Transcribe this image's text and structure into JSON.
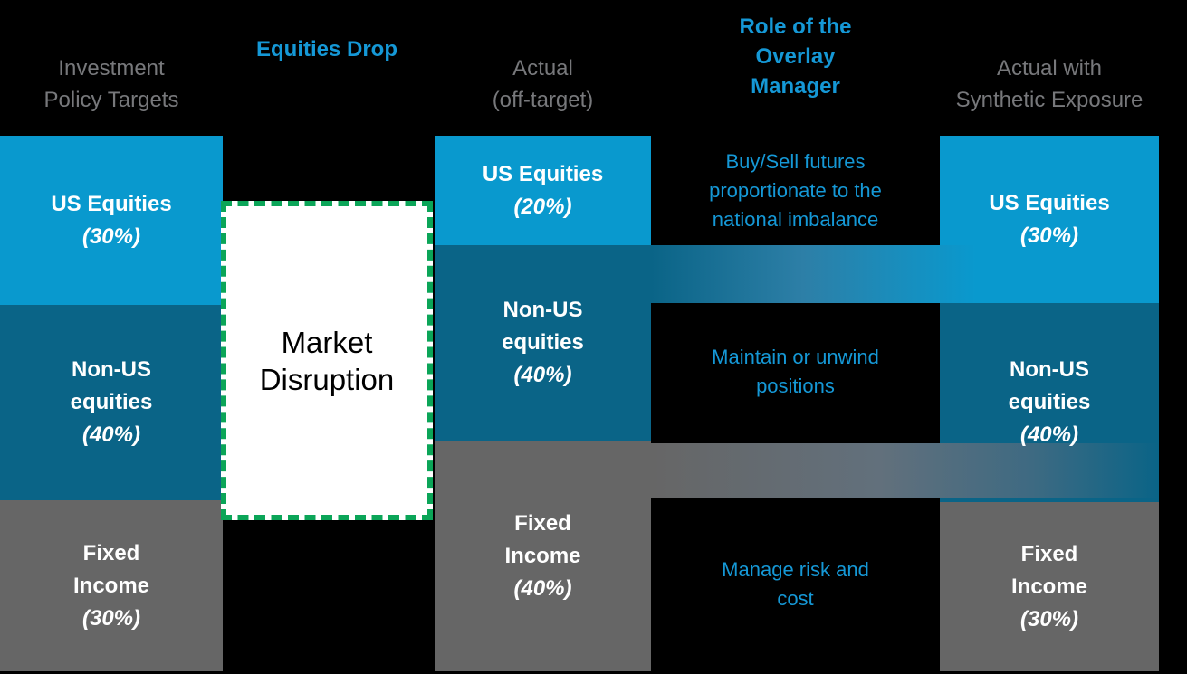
{
  "palette": {
    "us_equities_blue": "#0999CE",
    "non_us_equities_teal": "#0A6487",
    "fixed_income_gray": "#666666",
    "accent_blue_text": "#1598D6",
    "gray_header_text": "#77787B",
    "disruption_border_green": "#0BA558",
    "disruption_fill": "#FFFFFF",
    "background": "#000000"
  },
  "headers": {
    "policy": {
      "lines": [
        "Investment",
        "Policy Targets"
      ]
    },
    "drop": {
      "label": "Equities Drop"
    },
    "actual": {
      "lines": [
        "Actual",
        "(off-target)"
      ]
    },
    "overlay": {
      "lines": [
        "Role of the",
        "Overlay",
        "Manager"
      ]
    },
    "synthetic": {
      "lines": [
        "Actual with",
        "Synthetic Exposure"
      ]
    }
  },
  "policy_column": {
    "blocks": [
      {
        "asset": "US Equities",
        "lines": [
          "US Equities"
        ],
        "pct": "(30%)"
      },
      {
        "asset": "Non-US equities",
        "lines": [
          "Non-US",
          "equities"
        ],
        "pct": "(40%)"
      },
      {
        "asset": "Fixed Income",
        "lines": [
          "Fixed",
          "Income"
        ],
        "pct": "(30%)"
      }
    ]
  },
  "disruption": {
    "lines": [
      "Market",
      "Disruption"
    ]
  },
  "actual_column": {
    "blocks": [
      {
        "asset": "US Equities",
        "lines": [
          "US Equities"
        ],
        "pct": "(20%)"
      },
      {
        "asset": "Non-US equities",
        "lines": [
          "Non-US",
          "equities"
        ],
        "pct": "(40%)"
      },
      {
        "asset": "Fixed Income",
        "lines": [
          "Fixed",
          "Income"
        ],
        "pct": "(40%)"
      }
    ]
  },
  "overlay_column": {
    "actions": [
      {
        "lines": [
          "Buy/Sell futures",
          "proportionate to the",
          "national imbalance"
        ]
      },
      {
        "lines": [
          "Maintain or unwind",
          "positions"
        ]
      },
      {
        "lines": [
          "Manage risk and",
          "cost"
        ]
      }
    ]
  },
  "synthetic_column": {
    "blocks": [
      {
        "asset": "US Equities",
        "lines": [
          "US Equities"
        ],
        "pct": "(30%)"
      },
      {
        "asset": "Non-US equities",
        "lines": [
          "Non-US",
          "equities"
        ],
        "pct": "(40%)"
      },
      {
        "asset": "Fixed Income",
        "lines": [
          "Fixed",
          "Income"
        ],
        "pct": "(30%)"
      }
    ]
  }
}
